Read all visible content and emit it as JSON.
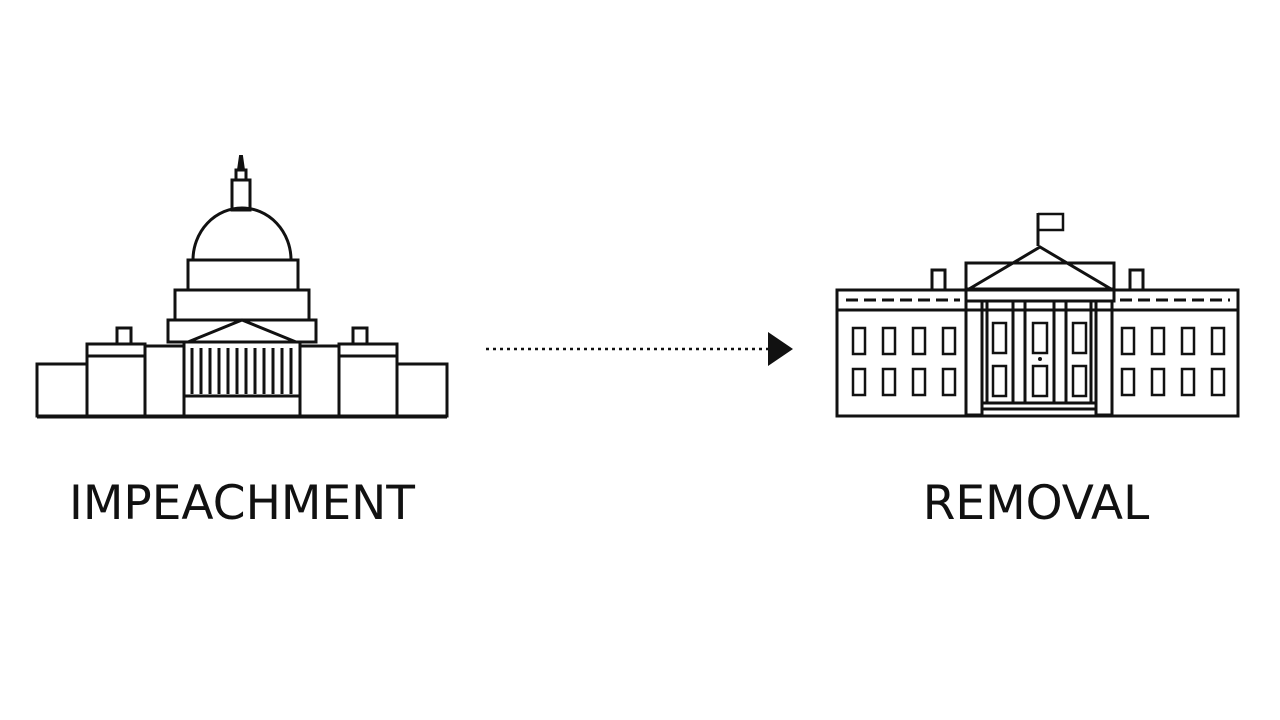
{
  "diagram": {
    "left_node": {
      "icon": "capitol-building-icon",
      "label": "IMPEACHMENT"
    },
    "connector": {
      "style": "dotted-arrow",
      "direction": "left-to-right"
    },
    "right_node": {
      "icon": "white-house-icon",
      "label": "REMOVAL"
    }
  },
  "colors": {
    "background": "#ffffff",
    "stroke": "#111111"
  }
}
